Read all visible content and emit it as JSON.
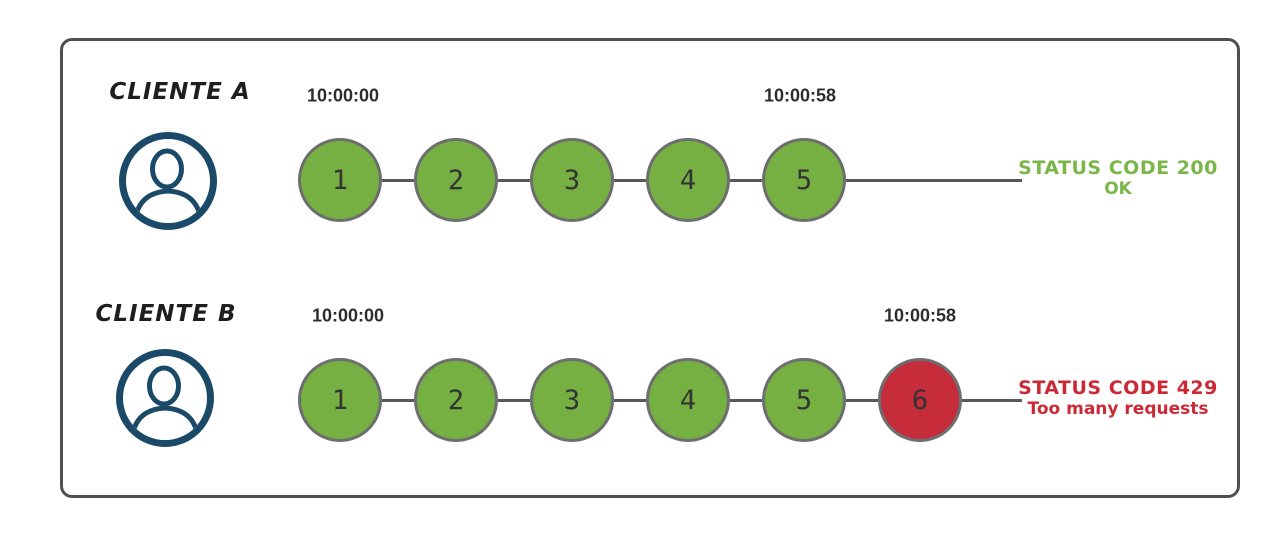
{
  "colors": {
    "green": "#76b043",
    "red": "#c62c3a",
    "line": "#595959",
    "circle-border": "#6e6e6e",
    "navy": "#1b4a68",
    "ink": "#2d2d2d",
    "status-green": "#7ab648",
    "status-red": "#cc2936"
  },
  "rows": [
    {
      "client": "CLIENTE A",
      "time_start": "10:00:00",
      "time_end": "10:00:58",
      "requests": [
        {
          "label": "1",
          "status": "ok"
        },
        {
          "label": "2",
          "status": "ok"
        },
        {
          "label": "3",
          "status": "ok"
        },
        {
          "label": "4",
          "status": "ok"
        },
        {
          "label": "5",
          "status": "ok"
        }
      ],
      "status": {
        "line1": "STATUS CODE 200",
        "line2": "OK",
        "type": "ok"
      }
    },
    {
      "client": "CLIENTE B",
      "time_start": "10:00:00",
      "time_end": "10:00:58",
      "requests": [
        {
          "label": "1",
          "status": "ok"
        },
        {
          "label": "2",
          "status": "ok"
        },
        {
          "label": "3",
          "status": "ok"
        },
        {
          "label": "4",
          "status": "ok"
        },
        {
          "label": "5",
          "status": "ok"
        },
        {
          "label": "6",
          "status": "error"
        }
      ],
      "status": {
        "line1": "STATUS CODE 429",
        "line2": "Too many requests",
        "type": "error"
      }
    }
  ],
  "icons": {
    "avatar": "user-avatar-icon"
  }
}
